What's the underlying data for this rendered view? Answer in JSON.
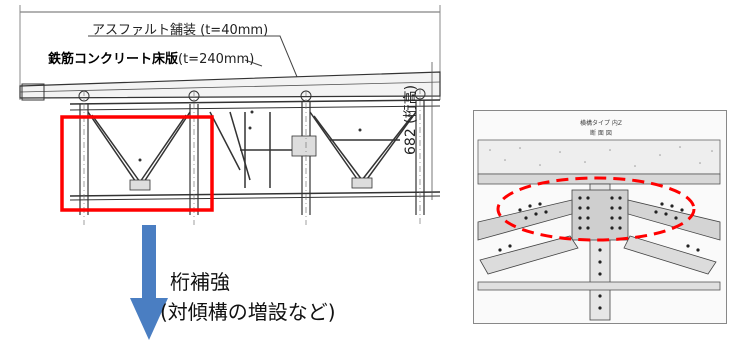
{
  "labels": {
    "asphalt": "アスファルト舗装 (t=40mm)",
    "slab_main": "鉄筋コンクリート床版",
    "slab_thickness": "(t=240mm)",
    "girder_height": "682 (桁高)",
    "caption_line1": "桁補強",
    "caption_line2": "(対傾構の増設など)"
  },
  "detail_panel": {
    "title": "横構タイプ 内Z",
    "subtitle": "断 面 図"
  },
  "colors": {
    "highlight_box": "#ff0000",
    "highlight_ellipse": "#ff0000",
    "arrow": "#4a7ec2",
    "drawing_line": "#333333"
  }
}
